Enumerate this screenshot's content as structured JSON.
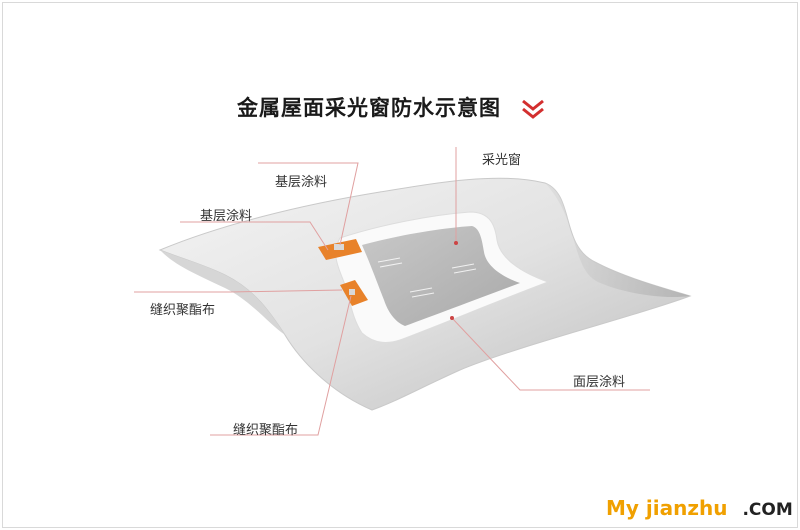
{
  "title": "金属屋面采光窗防水示意图",
  "labels": {
    "base_coating_1": "基层涂料",
    "base_coating_2": "基层涂料",
    "skylight": "采光窗",
    "stitched_fabric_1": "缝织聚酯布",
    "stitched_fabric_2": "缝织聚酯布",
    "surface_coating": "面层涂料"
  },
  "watermark": {
    "part1": "My",
    "part2": "jianzhu",
    "part3": ".COM"
  },
  "colors": {
    "accent": "#d32f2f",
    "leader": "#e0a0a0",
    "orange": "#e8822a",
    "roof_light": "#ececec",
    "roof_dark": "#b5b5b5",
    "window": "#b9b9b9"
  }
}
